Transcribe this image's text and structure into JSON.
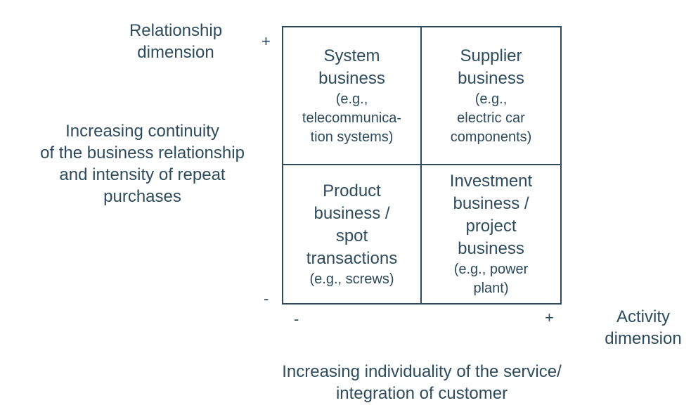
{
  "y_axis": {
    "title": "Relationship\ndimension",
    "description": "Increasing continuity\nof the business relationship\nand intensity of repeat\npurchases",
    "plus": "+",
    "minus": "-"
  },
  "x_axis": {
    "title": "Activity\ndimension",
    "description": "Increasing individuality of the service/\nintegration of customer",
    "plus": "+",
    "minus": "-"
  },
  "quadrants": {
    "top_left": {
      "title": "System\nbusiness",
      "example": "(e.g.,\ntelecommunica-\ntion systems)"
    },
    "top_right": {
      "title": "Supplier\nbusiness",
      "example": "(e.g.,\nelectric car\ncomponents)"
    },
    "bottom_left": {
      "title": "Product\nbusiness /\nspot\ntransactions",
      "example": "(e.g., screws)"
    },
    "bottom_right": {
      "title": "Investment\nbusiness /\nproject\nbusiness",
      "example": "(e.g., power\nplant)"
    }
  },
  "colors": {
    "text": "#2d4b5c",
    "lines": "#2d4b5c",
    "background": "#ffffff"
  }
}
